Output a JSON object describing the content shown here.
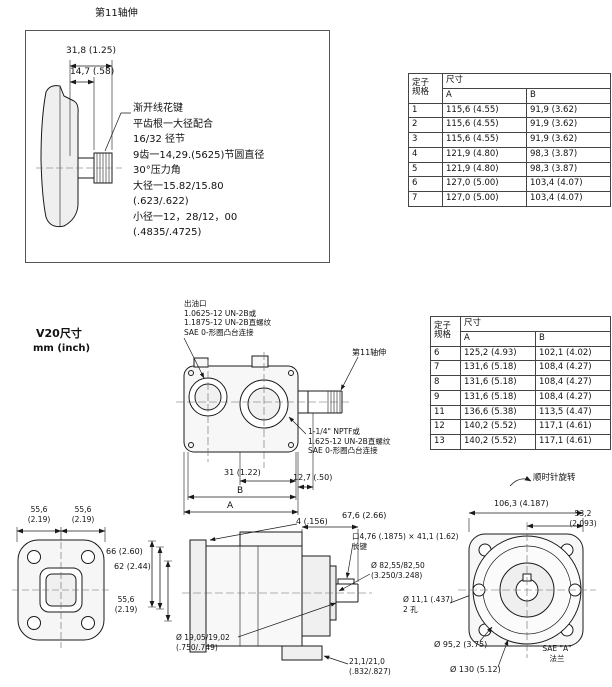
{
  "detail_view": {
    "title": "第11轴伸",
    "dim_total": "31,8 (1.25)",
    "dim_spline": "14,7 (.58)",
    "spline_note": "渐开线花键\n平齿根一大径配合\n16/32 径节\n9齿一14,29.(5625)节圆直径\n30°压力角\n大径一15.82/15.80\n(.623/.622)\n小径一12，28/12，00\n(.4835/.4725)"
  },
  "stator_table_top": {
    "col_spec": "定子\n规格",
    "col_dim": "尺寸",
    "col_a": "A",
    "col_b": "B",
    "rows": [
      [
        "1",
        "115,6 (4.55)",
        "91,9 (3.62)"
      ],
      [
        "2",
        "115,6 (4.55)",
        "91,9 (3.62)"
      ],
      [
        "3",
        "115,6 (4.55)",
        "91,9 (3.62)"
      ],
      [
        "4",
        "121,9 (4.80)",
        "98,3 (3.87)"
      ],
      [
        "5",
        "121,9 (4.80)",
        "98,3 (3.87)"
      ],
      [
        "6",
        "127,0 (5.00)",
        "103,4 (4.07)"
      ],
      [
        "7",
        "127,0 (5.00)",
        "103,4 (4.07)"
      ]
    ]
  },
  "stator_table_mid": {
    "col_spec": "定子\n规格",
    "col_dim": "尺寸",
    "col_a": "A",
    "col_b": "B",
    "rows": [
      [
        "6",
        "125,2 (4.93)",
        "102,1 (4.02)"
      ],
      [
        "7",
        "131,6 (5.18)",
        "108,4 (4.27)"
      ],
      [
        "8",
        "131,6 (5.18)",
        "108,4 (4.27)"
      ],
      [
        "9",
        "131,6 (5.18)",
        "108,4 (4.27)"
      ],
      [
        "11",
        "136,6 (5.38)",
        "113,5 (4.47)"
      ],
      [
        "12",
        "140,2 (5.52)",
        "117,1 (4.61)"
      ],
      [
        "13",
        "140,2 (5.52)",
        "117,1 (4.61)"
      ]
    ]
  },
  "main_view": {
    "title": "V20尺寸",
    "unit": "mm (inch)",
    "outlet_note": "出油口\n1.0625-12 UN-2B或\n1.1875-12 UN-2B直螺纹\nSAE 0-形圈凸台连接",
    "shaft_label": "第11轴伸",
    "inlet_note": "1-1/4\" NPTF或\n1.625-12 UN-2B直螺纹\nSAE 0-形圈凸台连接",
    "dim_31": "31 (1.22)",
    "dim_12_7": "12,7 (.50)",
    "dim_b": "B",
    "dim_a": "A",
    "rotation_note": "顺时针旋转"
  },
  "front_view": {
    "dim_55_left": "55,6\n(2.19)",
    "dim_55_right": "55,6\n(2.19)",
    "dim_66": "66 (2.60)",
    "dim_62": "62 (2.44)",
    "dim_55_lower": "55,6\n(2.19)"
  },
  "side_view": {
    "dim_4": "4 (.156)",
    "dim_67_6": "67,6 (2.66)",
    "key_note": "口4,76 (.1875) × 41,1 (1.62)\n长键",
    "dim_82": "Ø 82,55/82,50\n(3.250/3.248)",
    "dim_11": "Ø 11,1 (.437)\n2 孔",
    "dim_19": "Ø 19,05/19,02\n(.750/.749)",
    "dim_21": "21,1/21,0\n(.832/.827)"
  },
  "rear_view": {
    "dim_106": "106,3 (4.187)",
    "dim_53": "53,2\n(2.093)",
    "dim_95": "Ø 95,2 (3.75)",
    "dim_130": "Ø 130 (5.12)",
    "flange_label": "SAE \"A\"\n法兰"
  }
}
